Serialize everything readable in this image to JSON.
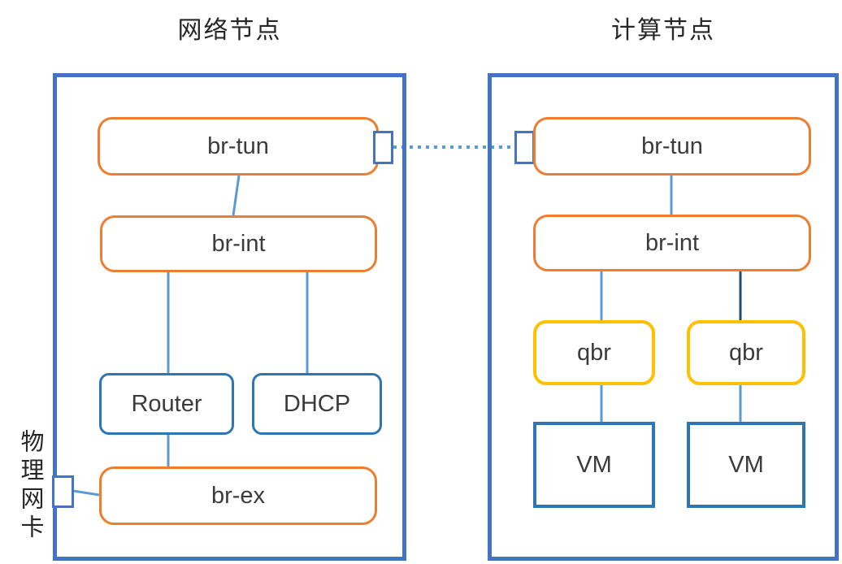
{
  "diagram": {
    "network_node": {
      "title": "网络节点",
      "br_tun": "br-tun",
      "br_int": "br-int",
      "router": "Router",
      "dhcp": "DHCP",
      "br_ex": "br-ex",
      "physical_nic": "物理网卡"
    },
    "compute_node": {
      "title": "计算节点",
      "br_tun": "br-tun",
      "br_int": "br-int",
      "qbr_left": "qbr",
      "qbr_right": "qbr",
      "vm_left": "VM",
      "vm_right": "VM"
    },
    "colors": {
      "outer_box_border": "#4472C4",
      "bridge_border_orange": "#ED7D31",
      "service_border_blue": "#2E75B6",
      "qbr_border_yellow": "#FFC000",
      "connector_light_blue": "#5B9BD5",
      "connector_dark_blue": "#1F4E79",
      "tunnel_dotted_blue": "#5B9BD5"
    }
  }
}
